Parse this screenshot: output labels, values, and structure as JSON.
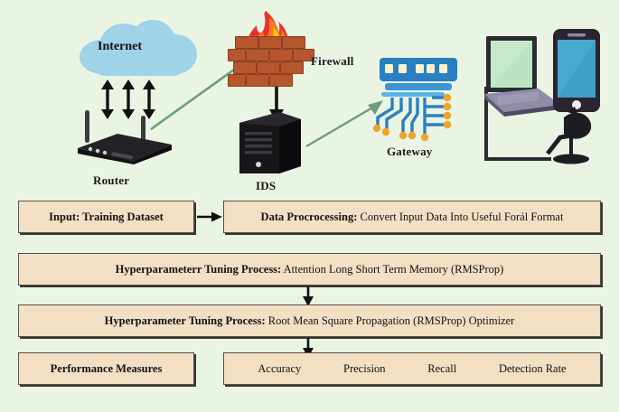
{
  "figure": {
    "background_color": "#e9f4e3",
    "box_fill": "#f2dfc4",
    "box_border": "#3a3631",
    "green_arrow_color": "#6f9c76",
    "black_arrow_color": "#111111"
  },
  "network": {
    "cloud": {
      "label": "Internet",
      "color": "#9ed3e8"
    },
    "router": {
      "label": "Router",
      "color": "#3a3a3f"
    },
    "firewall": {
      "label": "Firewall",
      "brick_color": "#b5562f",
      "flame_colors": [
        "#e8322f",
        "#f47c20",
        "#fdc800"
      ]
    },
    "ids": {
      "label": "IDS",
      "color": "#17171a"
    },
    "gateway": {
      "label": "Gateway",
      "color": "#2a7fc1",
      "node_color": "#f0a52a"
    },
    "devices": {
      "laptop": "laptop",
      "phone": "smartphone",
      "lamp": "desk-lamp"
    },
    "connections": [
      {
        "from": "Internet",
        "to": "Router",
        "style": "double-arrow-vertical",
        "color": "#111111"
      },
      {
        "from": "Router",
        "to": "Firewall",
        "style": "arrow-diagonal",
        "color": "#6f9c76"
      },
      {
        "from": "Firewall",
        "to": "IDS",
        "style": "arrow-down",
        "color": "#111111"
      },
      {
        "from": "IDS",
        "to": "Gateway",
        "style": "arrow-diagonal",
        "color": "#6f9c76"
      }
    ]
  },
  "flow": {
    "row1": {
      "input_box": {
        "bold": "Input: Training Dataset",
        "rest": ""
      },
      "preprocess_box": {
        "bold": "Data Procrocessing:",
        "rest": " Convert Input Data Into Useful Forál Format"
      }
    },
    "row2": {
      "box": {
        "bold": "Hyperparameterr Tuning Process:",
        "rest": " Attention Long Short Term Memory (RMSProp)"
      }
    },
    "row3": {
      "box": {
        "bold": "Hyperparameter Tuning Process:",
        "rest": " Root Mean Square Propagation (RMSProp) Optimizer"
      }
    },
    "row4": {
      "label_box": {
        "bold": "Performance Measures",
        "rest": ""
      },
      "metrics": [
        "Accuracy",
        "Precision",
        "Recall",
        "Detection Rate"
      ]
    }
  }
}
